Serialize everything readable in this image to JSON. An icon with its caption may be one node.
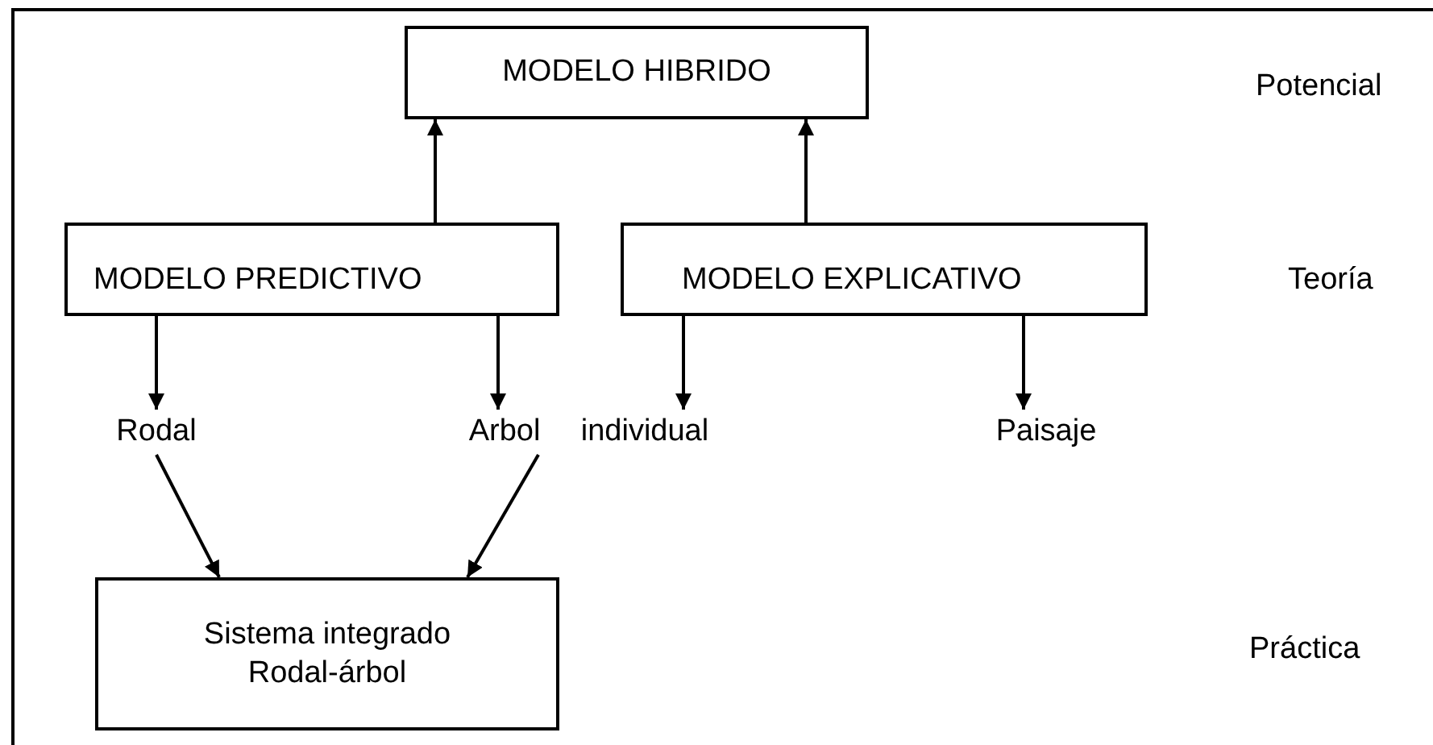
{
  "diagram": {
    "nodes": [
      {
        "text": [
          "MODELO HIBRIDO"
        ]
      },
      {
        "text": [
          "MODELO PREDICTIVO"
        ]
      },
      {
        "text": [
          "MODELO EXPLICATIVO"
        ]
      },
      {
        "text": [
          "Rodal"
        ]
      },
      {
        "text": [
          "Arbol"
        ]
      },
      {
        "text": [
          "individual"
        ]
      },
      {
        "text": [
          "Paisaje"
        ]
      },
      {
        "text": [
          "Sistema integrado Rodal-árbol"
        ]
      }
    ],
    "edges": [
      {
        "from": 1,
        "to": 0,
        "arrow": "to"
      },
      {
        "from": 2,
        "to": 0,
        "arrow": "to"
      },
      {
        "from": 1,
        "to": 3,
        "arrow": "to"
      },
      {
        "from": 1,
        "to": 4,
        "arrow": "to"
      },
      {
        "from": 2,
        "to": 5,
        "arrow": "to"
      },
      {
        "from": 2,
        "to": 6,
        "arrow": "to"
      },
      {
        "from": 3,
        "to": 7,
        "arrow": "to"
      },
      {
        "from": 4,
        "to": 7,
        "arrow": "to"
      }
    ],
    "labels": [
      "Potencial",
      "Teoría",
      "Práctica"
    ]
  }
}
